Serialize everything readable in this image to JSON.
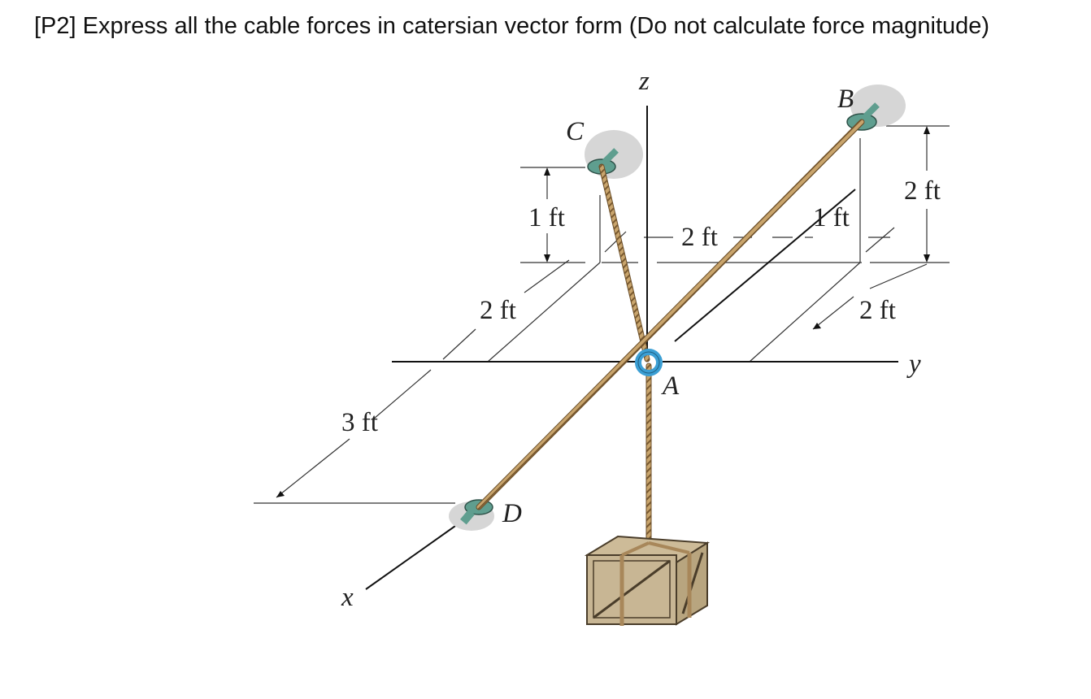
{
  "problem": {
    "title": "[P2] Express all the cable forces in catersian vector form (Do not calculate force magnitude)"
  },
  "figure": {
    "axes": {
      "x": "x",
      "y": "y",
      "z": "z"
    },
    "points": {
      "A": "A",
      "B": "B",
      "C": "C",
      "D": "D"
    },
    "dimensions": {
      "c_height": "1 ft",
      "c_offset_x": "2 ft",
      "c_offset_y": "2 ft",
      "b_offset_y": "1 ft",
      "b_height": "2 ft",
      "b_offset_x": "2 ft",
      "d_offset_x": "3 ft"
    },
    "colors": {
      "rope": "#a8875a",
      "anchor": "#5f9e8f",
      "ring": "#3c9fd4",
      "crate": "#bfae8e",
      "shadow": "#d0d0d0"
    }
  }
}
